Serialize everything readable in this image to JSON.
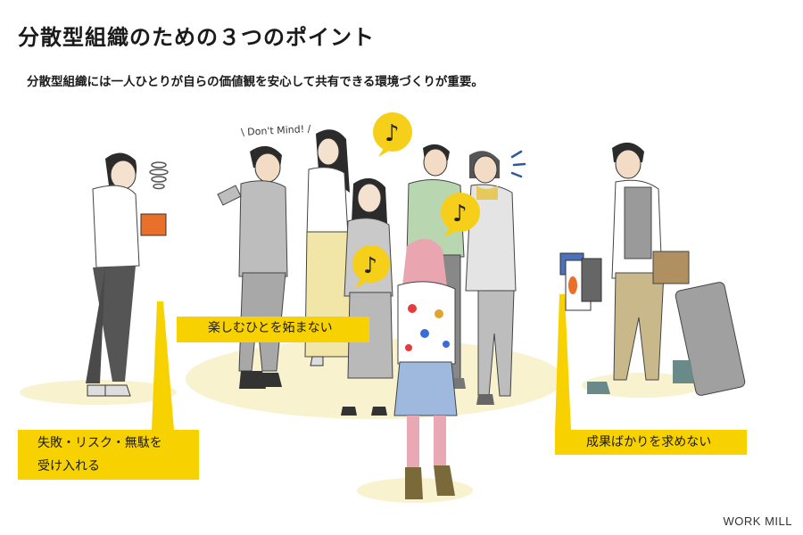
{
  "title": "分散型組織のための３つのポイント",
  "subtitle": "分散型組織には一人ひとりが自らの価値観を安心して共有できる環境づくりが重要。",
  "callouts": {
    "center": "楽しむひとを妬まない",
    "left_line1": "失敗・リスク・無駄を",
    "left_line2": "受け入れる",
    "right": "成果ばかりを求めない"
  },
  "speech_text": "\\ Don't Mind! /",
  "brand": "WORK MILL",
  "colors": {
    "accent_yellow": "#f7d200",
    "ellipse_fill": "#f8f2cf",
    "note_bubble": "#f5cf1a"
  },
  "icons": [
    "music-note-icon",
    "spiral-icon",
    "surprise-marks-icon"
  ]
}
